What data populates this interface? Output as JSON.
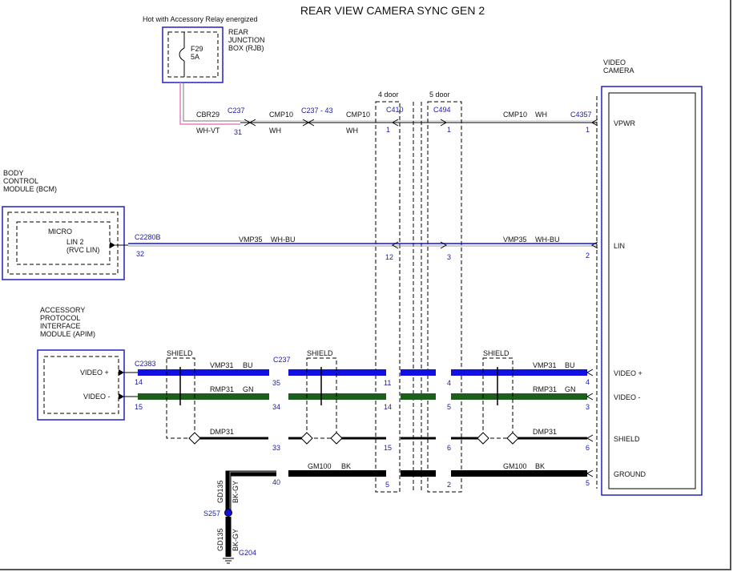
{
  "title": "REAR VIEW CAMERA SYNC GEN 2",
  "rjb": {
    "note": "Hot with Accessory Relay energized",
    "name": [
      "REAR",
      "JUNCTION",
      "BOX (RJB)"
    ],
    "fuse_id": "F29",
    "fuse_rating": "5A"
  },
  "bcm": {
    "name": [
      "BODY",
      "CONTROL",
      "MODULE (BCM)"
    ],
    "inner_label": "MICRO",
    "pin_label": [
      "LIN 2",
      "(RVC LIN)"
    ],
    "connector": "C2280B",
    "pin": "32"
  },
  "apim": {
    "name": [
      "ACCESSORY",
      "PROTOCOL",
      "INTERFACE",
      "MODULE (APIM)"
    ],
    "pin_video_plus": "VIDEO +",
    "pin_video_minus": "VIDEO -",
    "connector": "C2383",
    "pin_plus": "14",
    "pin_minus": "15"
  },
  "camera": {
    "name": [
      "VIDEO",
      "CAMERA"
    ],
    "connector": "C4357",
    "pins": [
      {
        "label": "VPWR",
        "num": "1"
      },
      {
        "label": "LIN",
        "num": "2"
      },
      {
        "label": "VIDEO +",
        "num": "4"
      },
      {
        "label": "VIDEO -",
        "num": "3"
      },
      {
        "label": "SHIELD",
        "num": "6"
      },
      {
        "label": "GROUND",
        "num": "5"
      }
    ]
  },
  "door_labels": {
    "four": "4 door",
    "five": "5 door"
  },
  "connectors": {
    "c237": "C237",
    "c237_43": "C237 - 43",
    "c410": "C410",
    "c494": "C494"
  },
  "circuits": {
    "cbr29": "CBR29",
    "cmp10": "CMP10",
    "vmp35": "VMP35",
    "vmp31": "VMP31",
    "rmp31": "RMP31",
    "dmp31": "DMP31",
    "gm100": "GM100",
    "gd135": "GD135"
  },
  "colors": {
    "wh_vt": "WH-VT",
    "wh": "WH",
    "wh_bu": "WH-BU",
    "bu": "BU",
    "gn": "GN",
    "bk": "BK",
    "bk_gy": "BK-GY"
  },
  "shield_label": "SHIELD",
  "pins": {
    "c237_31": "31",
    "c410_vpwr": "1",
    "c494_vpwr": "1",
    "c410_lin": "12",
    "c494_lin": "3",
    "c237_plus": "35",
    "c237_minus": "34",
    "c237_shield": "33",
    "c237_gnd": "40",
    "c410_plus": "11",
    "c410_minus": "14",
    "c410_shield": "15",
    "c410_gnd": "5",
    "c494_plus": "4",
    "c494_minus": "5",
    "c494_shield": "6",
    "c494_gnd": "2"
  },
  "splice": "S257",
  "ground": "G204",
  "palette": {
    "module_border": "#2020c0",
    "blue_wire": "#1010e0",
    "green_wire": "#1d5e1d",
    "pink_wire": "#e080c0",
    "label_blue": "#1a1aa8"
  }
}
